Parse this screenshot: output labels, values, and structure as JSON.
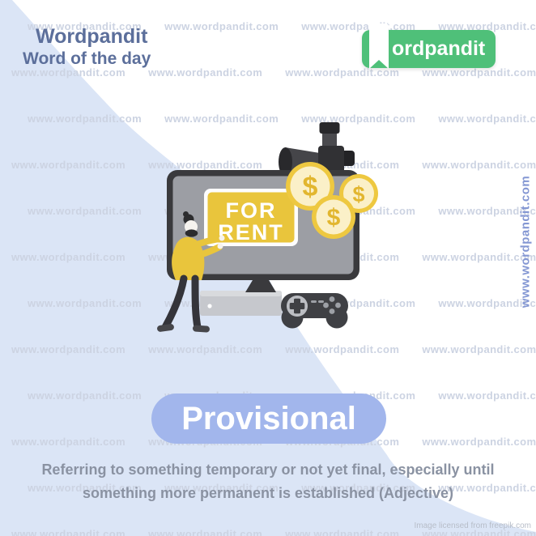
{
  "header": {
    "brand": "Wordpandit",
    "subtitle": "Word of the day",
    "logo_text": "ordpandit"
  },
  "watermark": {
    "text": "www.wordpandit.com"
  },
  "word": {
    "term": "Provisional",
    "definition_lines": [
      "Referring to something temporary or not yet final, especially until",
      "something more permanent is established (Adjective)"
    ]
  },
  "illustration": {
    "sign_line1": "FOR",
    "sign_line2": "RENT",
    "coin_symbol": "$"
  },
  "footer": {
    "credit": "Image licensed from freepik.com"
  },
  "colors": {
    "background_blue": "#dbe5f6",
    "pill_blue": "#a2b6ec",
    "logo_green": "#4fc079",
    "accent_yellow": "#e9c53c",
    "heading_text": "#5c6f9b",
    "definition_text": "#8a92a2"
  }
}
